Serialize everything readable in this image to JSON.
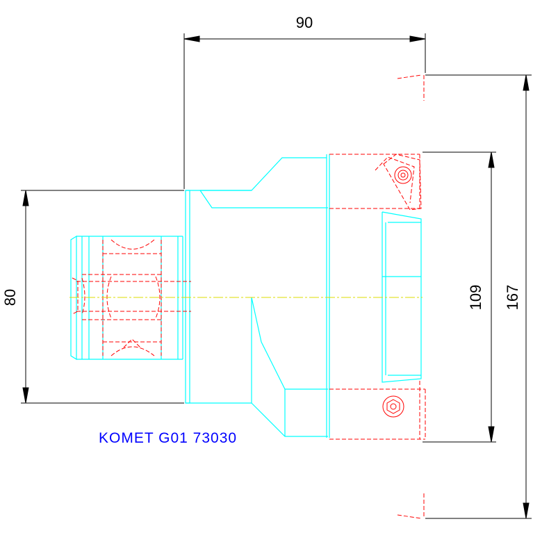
{
  "dimensions": {
    "width_top": "90",
    "height_left": "80",
    "height_inner": "109",
    "height_outer": "167"
  },
  "caption": "KOMET G01 73030",
  "colors": {
    "outline": "#00ffff",
    "hidden": "#ff0000",
    "centerline": "#dddd00",
    "dimension": "#000000",
    "caption": "#0000ff"
  }
}
